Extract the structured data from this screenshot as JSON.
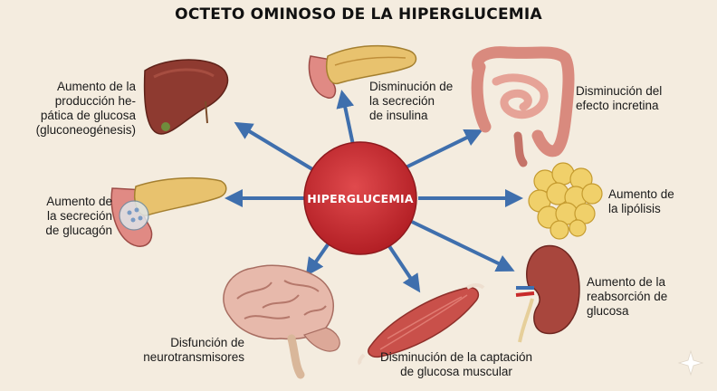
{
  "title": "OCTETO OMINOSO DE LA HIPERGLUCEMIA",
  "center": "HIPERGLUCEMIA",
  "items": [
    {
      "label": "Aumento de la\nproducción he-\npática de glucosa\n(gluconeogénesis)",
      "icon": "liver-icon"
    },
    {
      "label": "Disminución de\nla secreción\nde insulina",
      "icon": "pancreas-icon"
    },
    {
      "label": "Disminución del\nefecto incretina",
      "icon": "intestine-icon"
    },
    {
      "label": "Aumento de\nla secreción\nde glucagón",
      "icon": "pancreas-islets-icon"
    },
    {
      "label": "Aumento de\nla lipólisis",
      "icon": "fat-tissue-icon"
    },
    {
      "label": "Disfunción de\nneurotransmisores",
      "icon": "brain-icon"
    },
    {
      "label": "Disminución de la captación\nde glucosa muscular",
      "icon": "muscle-icon"
    },
    {
      "label": "Aumento de la\nreabsorción de\nglucosa",
      "icon": "kidney-icon"
    }
  ],
  "colors": {
    "background": "#f4ecdf",
    "center": "#c8262b",
    "arrow": "#3f6fad"
  }
}
